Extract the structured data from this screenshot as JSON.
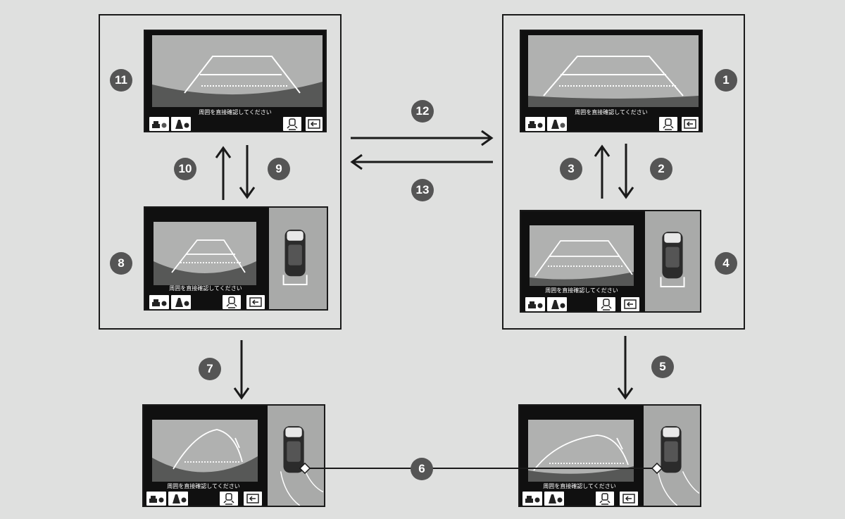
{
  "message": "周囲を直接確認してください",
  "steps": [
    "1",
    "2",
    "3",
    "4",
    "5",
    "6",
    "7",
    "8",
    "9",
    "10",
    "11",
    "12",
    "13"
  ],
  "colors": {
    "background": "#dfe0df",
    "screen": "#101010",
    "camera": "#b0b1b0",
    "badge": "#555555"
  },
  "icons": {
    "sonar_front": "sonar-front-icon",
    "sonar_rear": "sonar-rear-icon",
    "view_switch": "view-switch-icon",
    "back": "back-icon"
  }
}
